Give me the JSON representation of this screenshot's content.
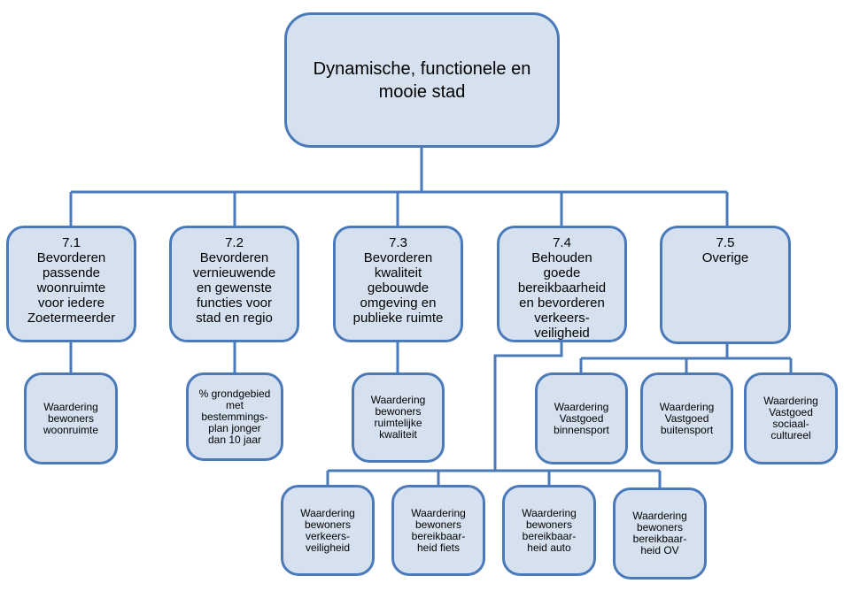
{
  "root": {
    "label": "Dynamische, functionele en\nmooie stad"
  },
  "goals": [
    {
      "label": "7.1\nBevorderen\npassende\nwoonruimte\nvoor iedere\nZoetermeerder"
    },
    {
      "label": "7.2\nBevorderen\nvernieuwende\nen gewenste\nfuncties voor\nstad en regio"
    },
    {
      "label": "7.3\nBevorderen\nkwaliteit\ngebouwde\nomgeving en\npublieke ruimte"
    },
    {
      "label": "7.4\nBehouden\ngoede\nbereikbaarheid\nen bevorderen\nverkeers-\nveiligheid"
    },
    {
      "label": "7.5\nOverige"
    }
  ],
  "indicators": [
    {
      "label": "Waardering\nbewoners\nwoonruimte"
    },
    {
      "label": "% grondgebied\nmet\nbestemmings-\nplan jonger\ndan 10 jaar"
    },
    {
      "label": "Waardering\nbewoners\nruimtelijke\nkwaliteit"
    },
    {
      "label": "Waardering\nbewoners\nverkeers-\nveiligheid"
    },
    {
      "label": "Waardering\nbewoners\nbereikbaar-\nheid fiets"
    },
    {
      "label": "Waardering\nbewoners\nbereikbaar-\nheid auto"
    },
    {
      "label": "Waardering\nbewoners\nbereikbaar-\nheid OV"
    },
    {
      "label": "Waardering\nVastgoed\nbinnensport"
    },
    {
      "label": "Waardering\nVastgoed\nbuitensport"
    },
    {
      "label": "Waardering\nVastgoed\nsociaal-\ncultureel"
    }
  ],
  "colors": {
    "fill": "#d6e1f0",
    "stroke": "#4a7ab9"
  }
}
